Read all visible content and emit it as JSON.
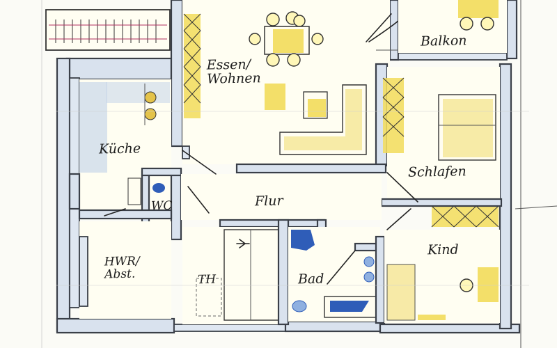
{
  "plan": {
    "rooms": [
      {
        "id": "essen",
        "label": "Essen/\nWohnen"
      },
      {
        "id": "balkon",
        "label": "Balkon"
      },
      {
        "id": "kueche",
        "label": "Küche"
      },
      {
        "id": "schlafen",
        "label": "Schlafen"
      },
      {
        "id": "wc",
        "label": "WC"
      },
      {
        "id": "flur",
        "label": "Flur"
      },
      {
        "id": "hwr",
        "label": "HWR/\nAbst."
      },
      {
        "id": "th",
        "label": "TH"
      },
      {
        "id": "bad",
        "label": "Bad"
      },
      {
        "id": "kind",
        "label": "Kind"
      }
    ]
  },
  "colors": {
    "wall": "#d9e2ee",
    "furniture_yellow": "#f2dc5a",
    "fixture_blue": "#2f5db8",
    "ink": "#222222"
  }
}
